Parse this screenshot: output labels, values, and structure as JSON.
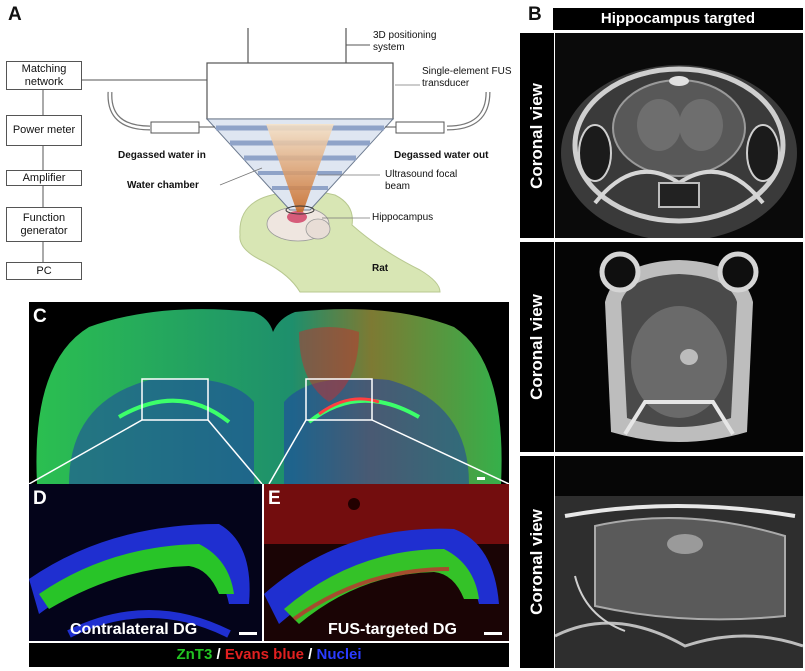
{
  "panelA": {
    "letter": "A",
    "blocks": [
      "Matching network",
      "Power meter",
      "Amplifier",
      "Function generator",
      "PC"
    ],
    "labels": {
      "positioning": "3D positioning system",
      "transducer": "Single-element FUS transducer",
      "water_in": "Degassed water in",
      "water_out": "Degassed water out",
      "chamber": "Water chamber",
      "beam": "Ultrasound focal beam",
      "hippocampus": "Hippocampus",
      "rat": "Rat"
    }
  },
  "panelB": {
    "letter": "B",
    "header": "Hippocampus targted",
    "view_labels": [
      "Coronal view",
      "Coronal view",
      "Coronal view"
    ]
  },
  "panelC": {
    "letter": "C"
  },
  "panelD": {
    "letter": "D",
    "caption": "Contralateral DG"
  },
  "panelE": {
    "letter": "E",
    "caption": "FUS-targeted DG"
  },
  "legend": {
    "items": [
      {
        "text": "ZnT3",
        "color": "#22c322"
      },
      {
        "text": " / ",
        "color": "#ffffff"
      },
      {
        "text": "Evans blue",
        "color": "#e02020"
      },
      {
        "text": " / ",
        "color": "#ffffff"
      },
      {
        "text": "Nuclei",
        "color": "#2a3cff"
      }
    ]
  }
}
